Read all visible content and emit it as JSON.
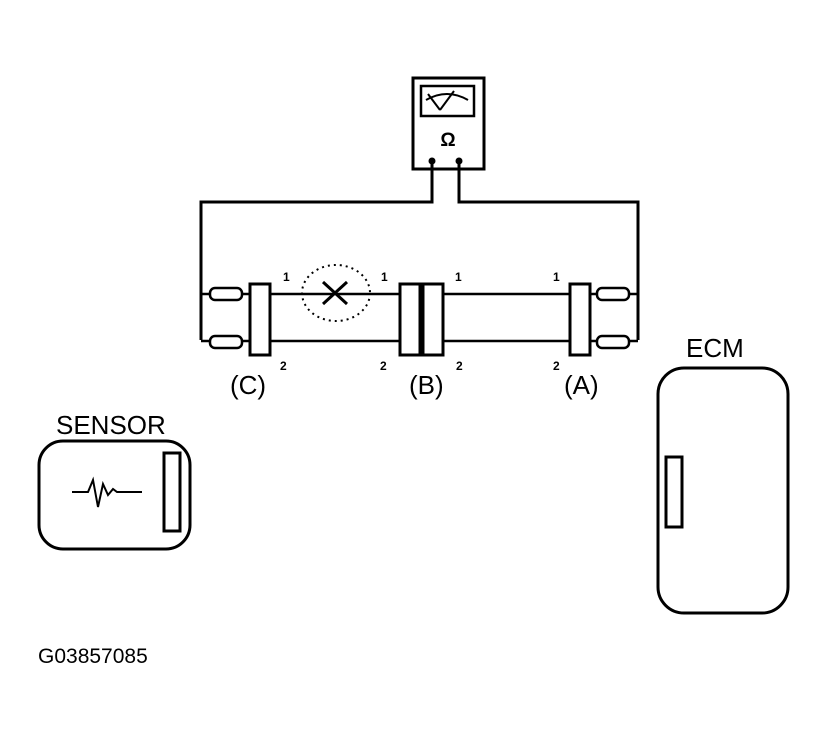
{
  "meter": {
    "symbol": "Ω"
  },
  "connectors": {
    "c": {
      "label": "(C)",
      "pin_top": "1",
      "pin_bottom": "2"
    },
    "b": {
      "label": "(B)",
      "pin_top_left": "1",
      "pin_bottom_left": "2",
      "pin_top_right": "1",
      "pin_bottom_right": "2"
    },
    "a": {
      "label": "(A)",
      "pin_top": "1",
      "pin_bottom": "2"
    }
  },
  "sensor": {
    "label": "SENSOR"
  },
  "ecm": {
    "label": "ECM"
  },
  "figure_code": "G03857085",
  "colors": {
    "line": "#000000",
    "background": "#ffffff"
  }
}
